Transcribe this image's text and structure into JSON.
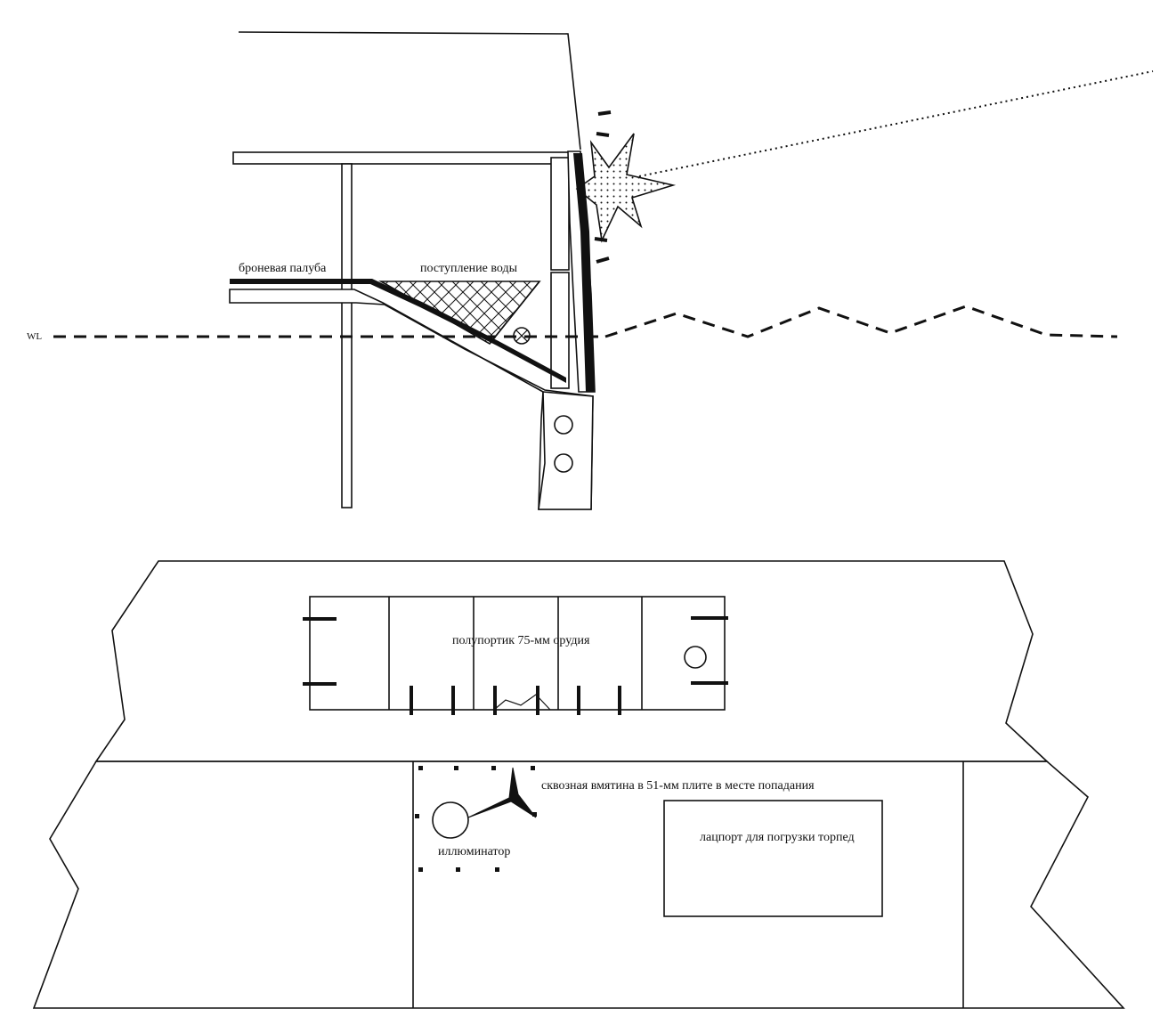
{
  "colors": {
    "ink": "#111111",
    "paper": "#ffffff"
  },
  "section_view": {
    "labels": {
      "wl": "WL",
      "armor_deck": "броневая палуба",
      "water_ingress": "поступление воды"
    }
  },
  "side_view": {
    "labels": {
      "half_port": "полупортик 75-мм орудия",
      "dent": "сквозная вмятина в 51-мм плите в месте попадания",
      "porthole": "иллюминатор",
      "torpedo_port": "лацпорт для погрузки торпед"
    }
  }
}
